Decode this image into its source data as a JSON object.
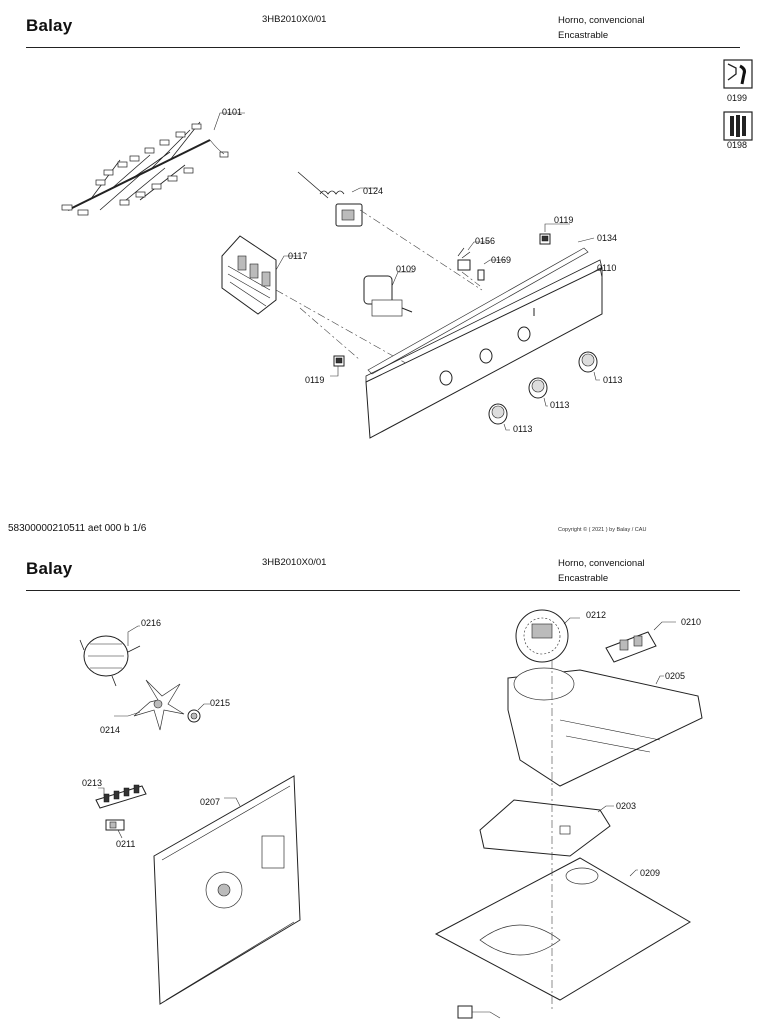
{
  "page1": {
    "header": {
      "brand": "Balay",
      "model": "3HB2010X0/01",
      "desc_line1": "Horno, convencional",
      "desc_line2": "Encastrable"
    },
    "tools": [
      {
        "icon": "wrench-tool-icon",
        "label": "0199"
      },
      {
        "icon": "screwdriver-set-icon",
        "label": "0198"
      }
    ],
    "callouts": {
      "c0101": "0101",
      "c0124": "0124",
      "c0117": "0117",
      "c0156": "0156",
      "c0169": "0169",
      "c0119a": "0119",
      "c0134": "0134",
      "c0109": "0109",
      "c0110": "0110",
      "c0119b": "0119",
      "c0113a": "0113",
      "c0113b": "0113",
      "c0113c": "0113"
    },
    "footer": {
      "doc_number": "58300000210511 aet 000 b 1/6",
      "copyright": "Copyright © ( 2021 ) by Balay  / CAU"
    }
  },
  "page2": {
    "header": {
      "brand": "Balay",
      "model": "3HB2010X0/01",
      "desc_line1": "Horno, convencional",
      "desc_line2": "Encastrable"
    },
    "callouts": {
      "c0216": "0216",
      "c0215": "0215",
      "c0214": "0214",
      "c0213": "0213",
      "c0211": "0211",
      "c0207": "0207",
      "c0212": "0212",
      "c0210": "0210",
      "c0205": "0205",
      "c0203": "0203",
      "c0209": "0209"
    }
  }
}
